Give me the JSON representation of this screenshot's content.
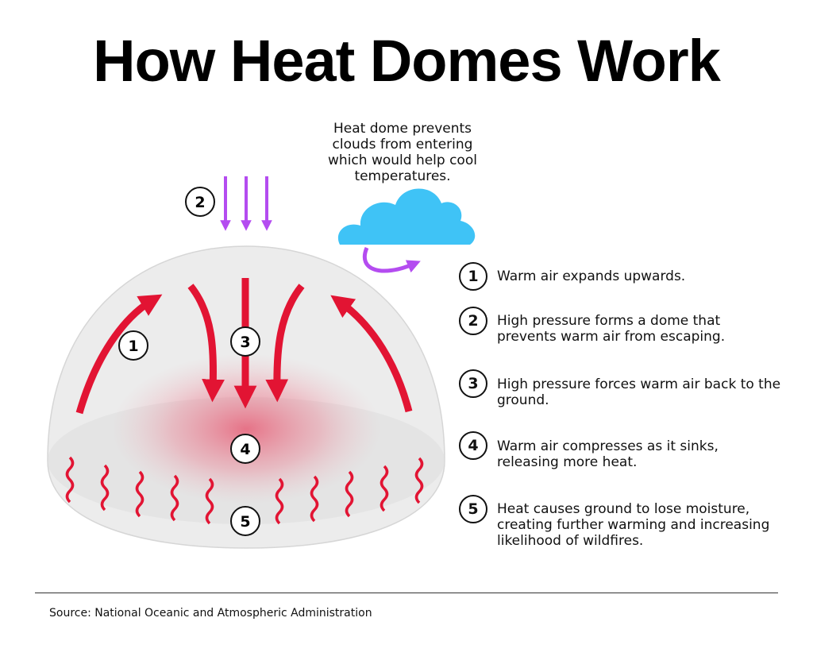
{
  "title": "How Heat Domes Work",
  "cloud_note": "Heat dome prevents clouds from entering which would help cool temperatures.",
  "legend": [
    {
      "num": "1",
      "text": "Warm air expands upwards."
    },
    {
      "num": "2",
      "text": "High pressure forms a dome that prevents warm air from escaping."
    },
    {
      "num": "3",
      "text": "High pressure forces warm air back to the ground."
    },
    {
      "num": "4",
      "text": "Warm air compresses as it sinks, releasing more heat."
    },
    {
      "num": "5",
      "text": "Heat causes ground to lose moisture, creating further warming and increasing likelihood of wildfires."
    }
  ],
  "diagram_markers": [
    "1",
    "2",
    "3",
    "4",
    "5"
  ],
  "source": "Source: National Oceanic and Atmospheric Administration",
  "colors": {
    "arrow_red": "#e21433",
    "arrow_purple": "#b44cf0",
    "cloud_blue": "#3fc3f6",
    "dome_gray": "#e8e8e8"
  }
}
